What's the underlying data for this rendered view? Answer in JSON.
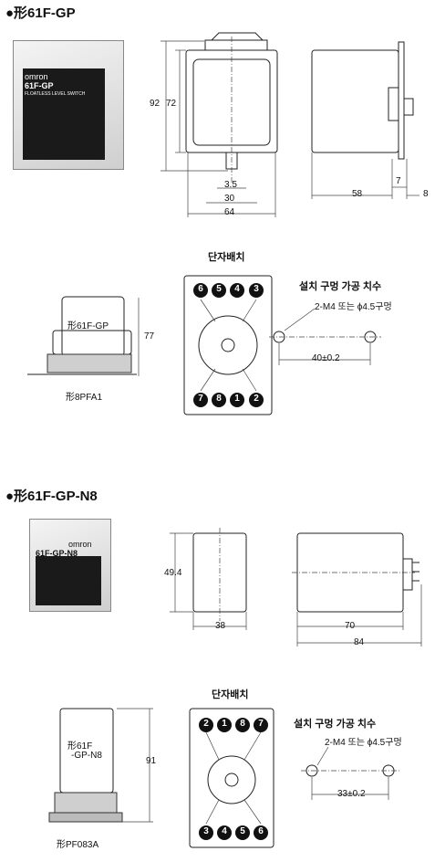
{
  "section1": {
    "title": "●形61F-GP",
    "photo_brand": "omron",
    "photo_model": "61F-GP",
    "photo_caption": "FLOATLESS LEVEL SWITCH",
    "dims": {
      "height": "92",
      "inner": "72",
      "gap": "3.5",
      "w30": "30",
      "w64": "64",
      "d58": "58",
      "d7": "7",
      "d8": "8"
    },
    "terminal_title": "단자배치",
    "pins_top": [
      "6",
      "5",
      "4",
      "3"
    ],
    "pins_bottom": [
      "7",
      "8",
      "1",
      "2"
    ],
    "relay_label": "形61F-GP",
    "relay_height": "77",
    "socket_label": "形8PFA1",
    "mount_title": "설치 구멍 가공 치수",
    "mount_note": "2-M4 또는 ϕ4.5구멍",
    "mount_dim": "40±0.2"
  },
  "section2": {
    "title": "●形61F-GP-N8",
    "photo_brand": "omron",
    "photo_model": "61F-GP-N8",
    "dims": {
      "height": "49.4",
      "w38": "38",
      "d70": "70",
      "d84": "84"
    },
    "terminal_title": "단자배치",
    "pins_top": [
      "2",
      "1",
      "8",
      "7"
    ],
    "pins_bottom": [
      "3",
      "4",
      "5",
      "6"
    ],
    "relay_label_1": "形61F",
    "relay_label_2": "-GP-N8",
    "relay_height": "91",
    "socket_label": "形PF083A",
    "mount_title": "설치 구멍 가공 치수",
    "mount_note": "2-M4 또는 ϕ4.5구멍",
    "mount_dim": "33±0.2"
  }
}
